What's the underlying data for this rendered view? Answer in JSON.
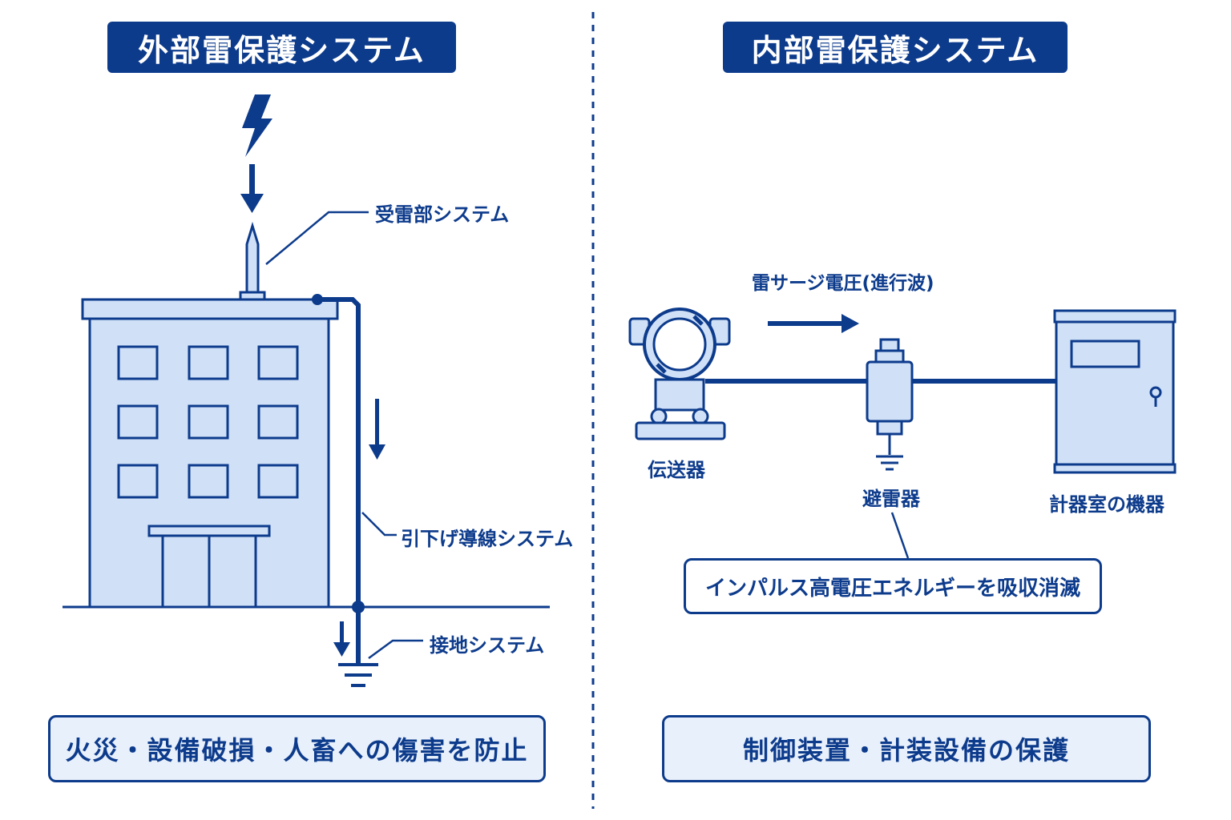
{
  "left": {
    "title": "外部雷保護システム",
    "labels": {
      "air_terminal": "受雷部システム",
      "down_conductor": "引下げ導線システム",
      "earthing": "接地システム"
    },
    "result": "火災・設備破損・人畜への傷害を防止"
  },
  "right": {
    "title": "内部雷保護システム",
    "labels": {
      "surge": "雷サージ電圧(進行波)",
      "transmitter": "伝送器",
      "arrester": "避雷器",
      "equipment": "計器室の機器"
    },
    "note": "インパルス高電圧エネルギーを吸収消滅",
    "result": "制御装置・計装設備の保護"
  },
  "colors": {
    "primary": "#0d3b8c",
    "light_fill": "#cfe0f7",
    "panel_bg": "#e8f0fb"
  }
}
